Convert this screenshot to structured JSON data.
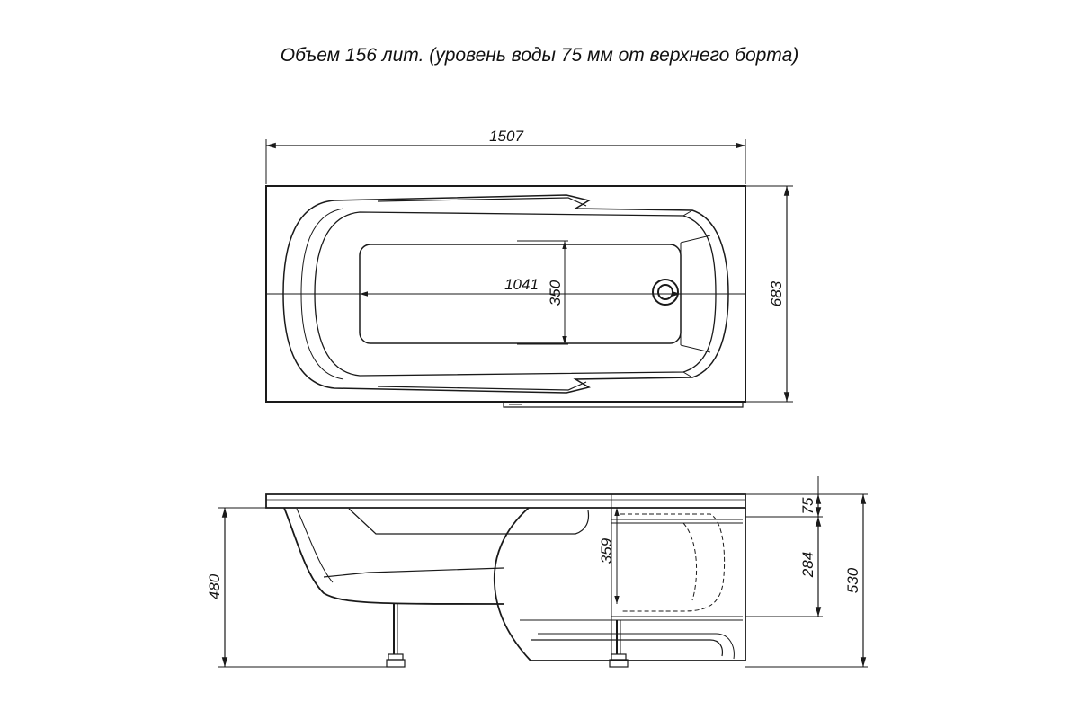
{
  "caption": "Объем 156 лит. (уровень воды 75 мм от верхнего борта)",
  "top_view": {
    "length": "1507",
    "width": "683",
    "inner_length": "1041",
    "inner_width": "350"
  },
  "side_view": {
    "height_total": "530",
    "height_apron": "480",
    "depth": "359",
    "rim": "75",
    "panel": "284"
  }
}
